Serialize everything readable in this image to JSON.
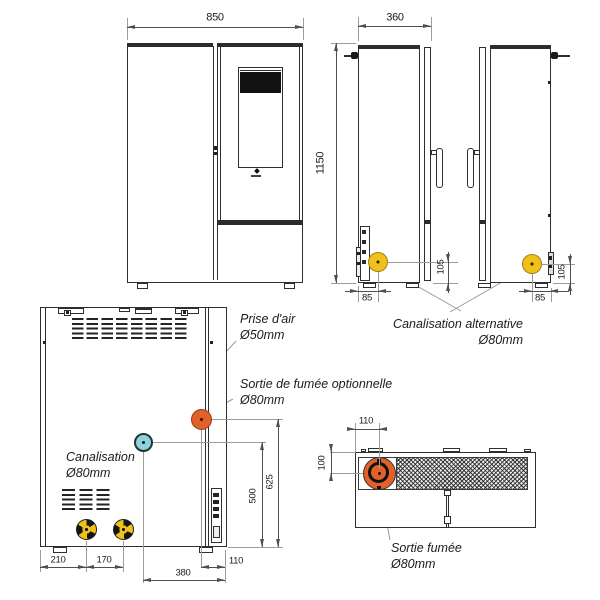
{
  "labels": {
    "air_intake": {
      "title": "Prise d'air",
      "size": "Ø50mm"
    },
    "smoke_outlet_optional": {
      "title": "Sortie de fumée optionnelle",
      "size": "Ø80mm"
    },
    "ducting": {
      "title": "Canalisation",
      "size": "Ø80mm"
    },
    "ducting_alternative": {
      "title": "Canalisation alternative",
      "size": "Ø80mm"
    },
    "smoke_outlet": {
      "title": "Sortie fumée",
      "size": "Ø80mm"
    }
  },
  "dimensions": {
    "front_width_mm": "850",
    "side_depth_mm": "360",
    "overall_height_mm": "1150",
    "side_left_duct_offset_mm": "85",
    "side_left_duct_height_mm": "105",
    "side_right_duct_offset_mm": "85",
    "side_right_duct_height_mm": "105",
    "rear_duct1_offset_mm": "210",
    "rear_duct_spacing_mm": "170",
    "rear_flue_offset_mm": "110",
    "rear_air_offset_mm": "380",
    "rear_air_height_mm": "500",
    "rear_flue_height_mm": "625",
    "top_flue_offset_x_mm": "110",
    "top_flue_offset_y_mm": "100"
  },
  "colors": {
    "line": "#2e2e2e",
    "dim": "#4f4f4f",
    "leader": "#9a9a9a",
    "duct_yellow": "#f0c11a",
    "flue_orange": "#e2612b",
    "air_cyan": "#8fd3da",
    "text": "#1c1c1c"
  }
}
